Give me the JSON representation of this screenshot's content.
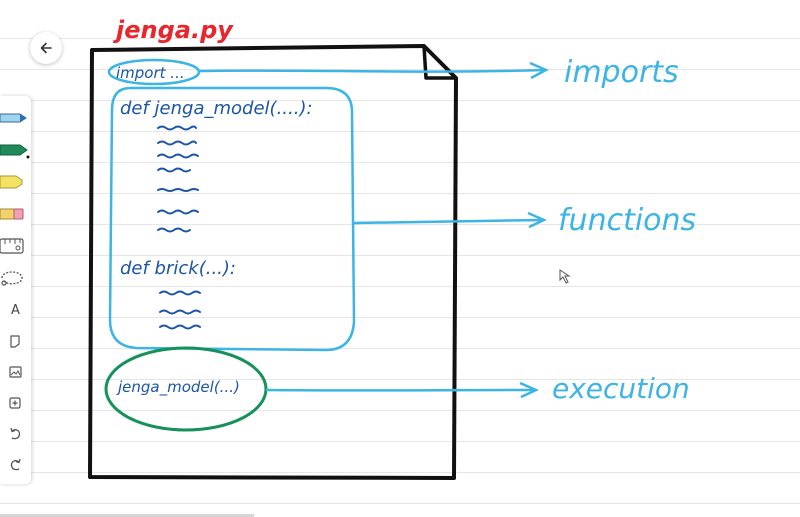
{
  "document": {
    "filename": "jenga.py",
    "code_lines": {
      "import": "import ...",
      "def_model": "def jenga_model(....):",
      "def_brick": "def brick(...):",
      "call": "jenga_model(...)"
    }
  },
  "labels": {
    "imports": "imports",
    "functions": "functions",
    "execution": "execution"
  },
  "colors": {
    "title_red": "#e8262b",
    "blue_ink": "#1a55a8",
    "cyan": "#3cb4e6",
    "green": "#17915c",
    "black": "#111111"
  },
  "toolbar": {
    "text_tool": "A",
    "tools": [
      "pen-icon",
      "marker-icon",
      "highlighter-icon",
      "eraser-icon",
      "ruler-icon",
      "lasso-icon",
      "text-icon",
      "shape-icon",
      "image-icon",
      "add-icon",
      "undo-icon",
      "redo-icon"
    ]
  }
}
